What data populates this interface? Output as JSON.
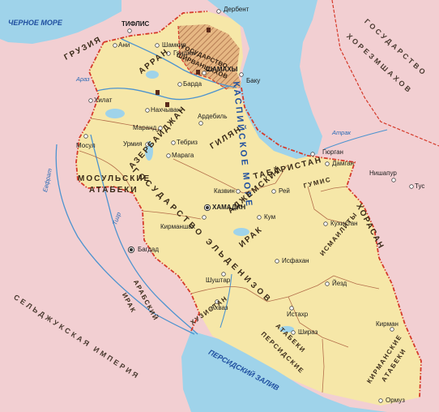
{
  "map": {
    "seas": {
      "black_sea": "ЧЕРНОЕ МОРЕ",
      "caspian": "КАСПИЙСКОЕ МОРЕ",
      "persian_gulf": "ПЕРСИДСКИЙ ЗАЛИВ"
    },
    "rivers": {
      "araz": "Араз",
      "atrak": "Атрак",
      "euphrates": "Евфрат",
      "tigris": "Тигр"
    },
    "states": {
      "seljuk": "СЕЛЬДЖУКСКАЯ ИМПЕРИЯ",
      "khorezm_1": "ГОСУДАРСТВО",
      "khorezm_2": "ХОРЕЗМШАХОВ",
      "georgia": "ГРУЗИЯ",
      "shirvan_1": "ГОСУДАРСТВО",
      "shirvan_2": "ШИРВАНШАХОВ",
      "atabeks_state": "ГОСУДАРСТВО ЭЛЬДЕНИЗОВ"
    },
    "regions": {
      "arran": "АРРАН",
      "azerbaijan": "АЗЕРБАЙДЖАН",
      "gilan": "ГИЛЯН",
      "tabaristan": "ТАБАРИСТАН",
      "gumis": "ГУМИС",
      "ajam_iraq_1": "АДЖЕМСКИЙ",
      "ajam_iraq_2": "ИРАК",
      "ismailites": "ИСМАИЛИТЫ",
      "khorasan": "ХОРАСАН",
      "mosul_atabeks_1": "МОСУЛЬСКИЕ",
      "mosul_atabeks_2": "АТАБЕКИ",
      "arab_iraq_1": "АРАБСКИЙ",
      "arab_iraq_2": "ИРАК",
      "khuzistan": "ХУЗИСТАН",
      "persian_atabeks_1": "ПЕРСИДСКИЕ",
      "persian_atabeks_2": "АТАБЕКИ",
      "kirman_atabeks_1": "КИРМАНСКИЕ",
      "kirman_atabeks_2": "АТАБЕКИ"
    },
    "cities": {
      "tiflis": "ТИФЛИС",
      "derbent": "Дербент",
      "shamkir": "Шамкир",
      "ganja": "Гянджа",
      "shamakhi": "ШАМАХЫ",
      "ani": "Ани",
      "barda": "Барда",
      "baku": "Баку",
      "khilat": "Хилат",
      "nakhchivan": "Нахчыван",
      "marand": "Маранд",
      "ardebil": "Ардебиль",
      "urmia": "Урмия",
      "tabriz": "Тебриз",
      "maragha": "Марага",
      "mosul": "Мосул",
      "gurgan": "Гюрган",
      "damgan": "Дамган",
      "nishapur": "Нишапур",
      "tus": "Тус",
      "qazvin": "Казвин",
      "rey": "Рей",
      "hamadan": "ХАМАДАН",
      "qum": "Кум",
      "kirmanshah": "Кирманшах",
      "kuhistan": "Кухистан",
      "baghdad": "Багдад",
      "isfahan": "Исфахан",
      "shushtar": "Шуштар",
      "yazd": "Йезд",
      "ahvaz": "Ахваз",
      "istakhr": "Истахр",
      "kirman": "Кирман",
      "shiraz": "Шираз",
      "hormuz": "Ормуз"
    },
    "colors": {
      "land_outside": "#f2cfd2",
      "state_territory": "#f6e7a8",
      "shirvan": "#e6b783",
      "water": "#9fd3ea",
      "river": "#4c93cf",
      "border": "#d53a2a",
      "internal_border": "#a85a3a"
    }
  }
}
